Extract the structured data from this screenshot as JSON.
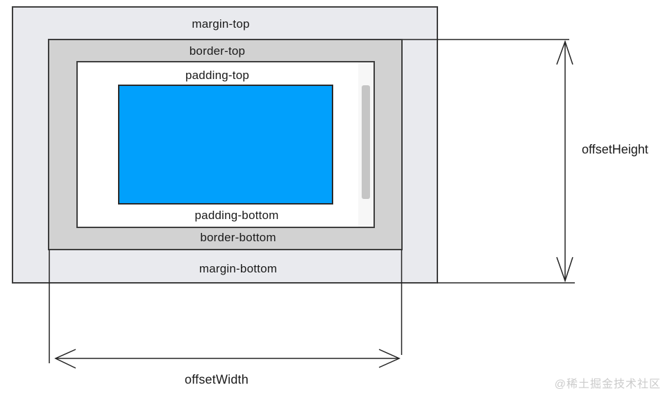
{
  "diagram": {
    "box_labels": {
      "margin_top": "margin-top",
      "border_top": "border-top",
      "padding_top": "padding-top",
      "padding_bottom": "padding-bottom",
      "border_bottom": "border-bottom",
      "margin_bottom": "margin-bottom"
    },
    "measurements": {
      "offset_height": "offsetHeight",
      "offset_width": "offsetWidth"
    },
    "colors": {
      "margin_box": "#e9eaee",
      "border_box": "#d2d2d2",
      "padding_box": "#ffffff",
      "content_box": "#01a0fc",
      "scrollbar_track": "#f7f7f7",
      "scrollbar_thumb": "#c5c5c5",
      "outline": "#3d3d3d",
      "measure_line": "#222222",
      "watermark_text": "#cbcbcb"
    }
  },
  "watermark": "@稀土掘金技术社区"
}
